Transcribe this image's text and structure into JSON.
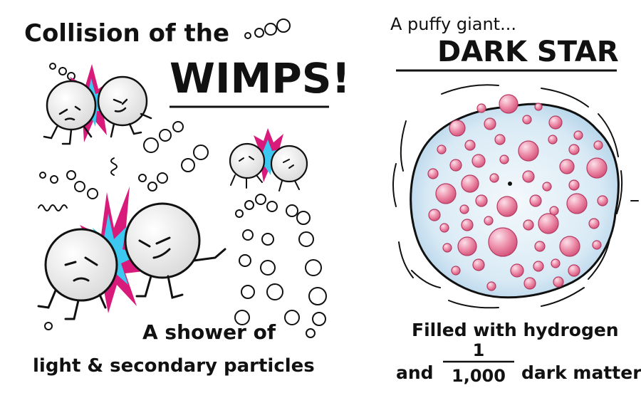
{
  "left_panel": {
    "title_line1": "Collision of the",
    "title_line2": "WIMPS!",
    "caption_line1": "A shower of",
    "caption_line2": "light & secondary particles"
  },
  "right_panel": {
    "intro": "A puffy giant...",
    "title": "DARK STAR",
    "caption_line1": "Filled with hydrogen",
    "caption_fraction_prefix": "and",
    "fraction_numerator": "1",
    "fraction_denominator": "1,000",
    "caption_fraction_suffix": "dark matter"
  },
  "colors": {
    "ink": "#111111",
    "wimp_fill": "#e4e4e4",
    "flash_magenta": "#d81b7b",
    "flash_cyan": "#3cc8f0",
    "star_fill": "#c5dff0",
    "star_glow": "#eef6fb",
    "hydrogen_pink": "#e56a8c"
  }
}
